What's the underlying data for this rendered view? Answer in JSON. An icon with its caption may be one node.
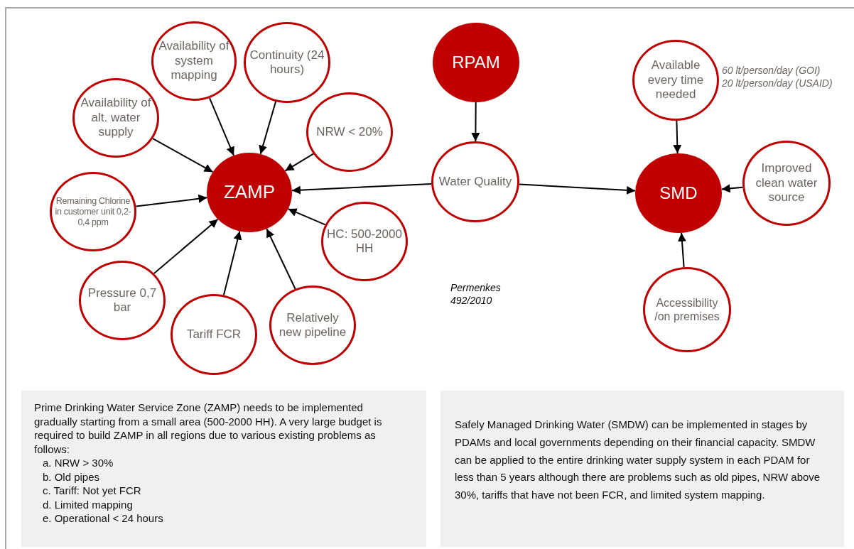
{
  "diagram": {
    "nodes": [
      {
        "text": [
          "Availability of system mapping"
        ]
      },
      {
        "text": [
          "Continuity (24 hours)"
        ]
      },
      {
        "text": [
          "RPAM"
        ]
      },
      {
        "text": [
          "Available every time needed"
        ],
        "beside": [
          "60 lt/person/day (GOI)",
          "20 lt/person/day (USAID)"
        ]
      },
      {
        "text": [
          "Availability of alt. water supply"
        ]
      },
      {
        "text": [
          "NRW < 20%"
        ]
      },
      {
        "text": [
          "Water Quality"
        ]
      },
      {
        "text": [
          "ZAMP"
        ]
      },
      {
        "text": [
          "SMD"
        ]
      },
      {
        "text": [
          "Improved clean water source"
        ]
      },
      {
        "text": [
          "Remaining Chlorine in customer unit 0,2-0,4 ppm"
        ]
      },
      {
        "text": [
          "HC: 500-2000 HH"
        ]
      },
      {
        "text": [
          "Pressure 0,7 bar"
        ]
      },
      {
        "text": [
          "Tariff FCR"
        ]
      },
      {
        "text": [
          "Relatively new pipeline"
        ]
      },
      {
        "text": [
          "Accessibility /on premises"
        ]
      },
      {
        "text": [
          "Prime Drinking Water Service Zone (ZAMP) needs to be implemented gradually starting from a small area (500-2000 HH). A very large budget is required to build ZAMP in all regions due to various existing problems as follows:",
          "a. NRW > 30%",
          "b. Old pipes",
          "c. Tariff: Not yet FCR",
          "d. Limited mapping",
          "e. Operational < 24 hours"
        ]
      },
      {
        "text": [
          "Safely Managed Drinking Water (SMDW) can be implemented in stages by PDAMs and local governments depending on their financial capacity. SMDW can be applied to the entire drinking water supply system in each PDAM for less than 5 years although there are problems such as old pipes, NRW above 30%, tariffs that have not been FCR, and limited system mapping."
        ]
      }
    ],
    "edges": [
      {
        "from": 0,
        "to": 7,
        "arrow": "to"
      },
      {
        "from": 1,
        "to": 7,
        "arrow": "to"
      },
      {
        "from": 4,
        "to": 7,
        "arrow": "to"
      },
      {
        "from": 5,
        "to": 7,
        "arrow": "to"
      },
      {
        "from": 10,
        "to": 7,
        "arrow": "to"
      },
      {
        "from": 11,
        "to": 7,
        "arrow": "to"
      },
      {
        "from": 12,
        "to": 7,
        "arrow": "to"
      },
      {
        "from": 13,
        "to": 7,
        "arrow": "to"
      },
      {
        "from": 14,
        "to": 7,
        "arrow": "to"
      },
      {
        "from": 6,
        "to": 7,
        "arrow": "to"
      },
      {
        "from": 2,
        "to": 6,
        "arrow": "to"
      },
      {
        "from": 6,
        "to": 8,
        "arrow": "to"
      },
      {
        "from": 3,
        "to": 8,
        "arrow": "to"
      },
      {
        "from": 9,
        "to": 8,
        "arrow": "to"
      },
      {
        "from": 15,
        "to": 8,
        "arrow": "to"
      }
    ],
    "labels": [
      "Permenkes 492/2010"
    ]
  }
}
